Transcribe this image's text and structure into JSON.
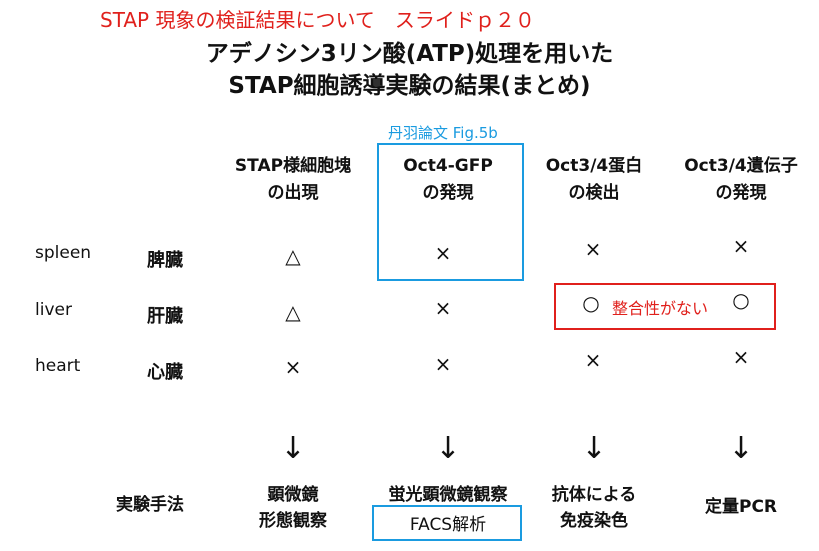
{
  "header": {
    "subtitle_red": "STAP 現象の検証結果について　スライドｐ２０",
    "title_line1": "アデノシン3リン酸(ATP)処理を用いた",
    "title_line2": "STAP細胞誘導実験の結果(まとめ)"
  },
  "annotation_blue": "丹羽論文 Fig.5b",
  "columns": [
    {
      "line1": "STAP様細胞塊",
      "line2": "の出現"
    },
    {
      "line1": "Oct4-GFP",
      "line2": "の発現"
    },
    {
      "line1": "Oct3/4蛋白",
      "line2": "の検出"
    },
    {
      "line1": "Oct3/4遺伝子",
      "line2": "の発現"
    }
  ],
  "rows": [
    {
      "en": "spleen",
      "jp": "脾臓",
      "results": [
        "△",
        "×",
        "×",
        "×"
      ]
    },
    {
      "en": "liver",
      "jp": "肝臓",
      "results": [
        "△",
        "×",
        "○",
        "○"
      ]
    },
    {
      "en": "heart",
      "jp": "心臓",
      "results": [
        "×",
        "×",
        "×",
        "×"
      ]
    }
  ],
  "inconsistency_note": "整合性がない",
  "arrow": "↓",
  "methods": {
    "label": "実験手法",
    "items": [
      {
        "line1": "顕微鏡",
        "line2": "形態観察"
      },
      {
        "line1": "蛍光顕微鏡観察",
        "line2": "FACS解析"
      },
      {
        "line1": "抗体による",
        "line2": "免疫染色"
      },
      {
        "line1": "定量PCR",
        "line2": ""
      }
    ]
  },
  "colors": {
    "red": "#e0201c",
    "blue": "#1a9be0"
  }
}
